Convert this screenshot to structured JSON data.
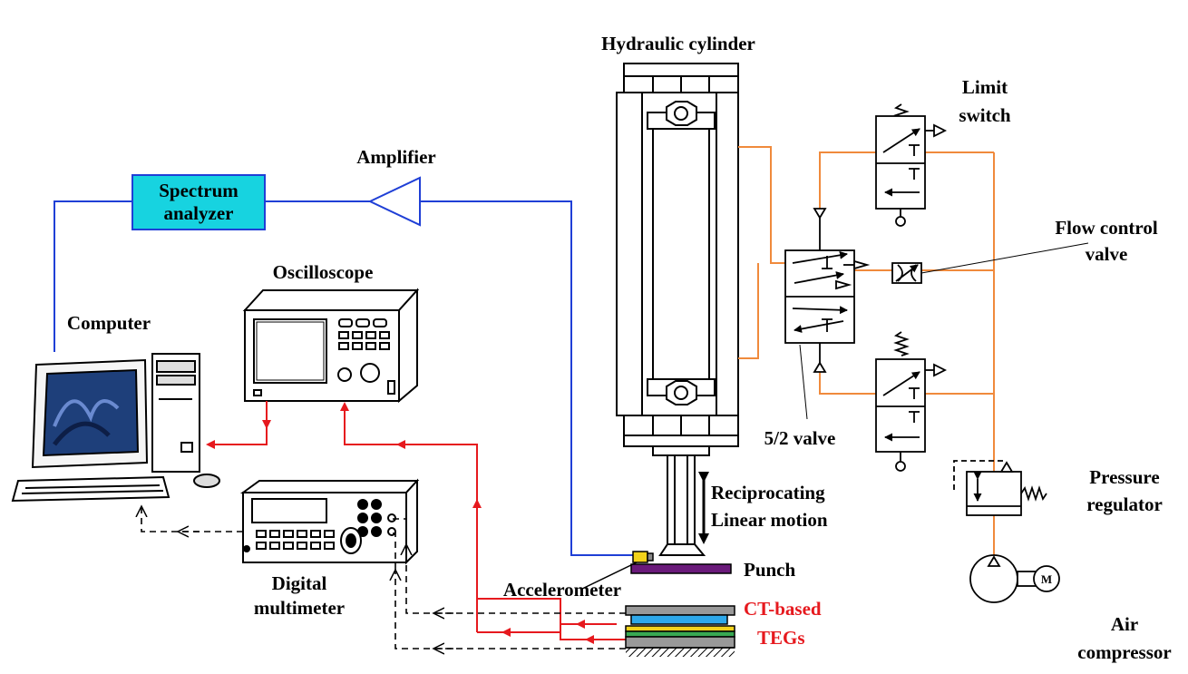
{
  "labels": {
    "hydraulic_cylinder": "Hydraulic cylinder",
    "limit_switch_1": "Limit",
    "limit_switch_2": "switch",
    "amplifier": "Amplifier",
    "spectrum_1": "Spectrum",
    "spectrum_2": "analyzer",
    "flow_control_1": "Flow control",
    "flow_control_2": "valve",
    "oscilloscope": "Oscilloscope",
    "computer": "Computer",
    "valve_52": "5/2 valve",
    "reciprocating_1": "Reciprocating",
    "reciprocating_2": "Linear motion",
    "pressure_1": "Pressure",
    "pressure_2": "regulator",
    "digital_1": "Digital",
    "digital_2": "multimeter",
    "punch": "Punch",
    "accelerometer": "Accelerometer",
    "ct_1": "CT-based",
    "ct_2": "TEGs",
    "air_1": "Air",
    "air_2": "compressor",
    "motor": "M"
  },
  "colors": {
    "blue_signal": "#1f3fd6",
    "red_signal": "#e6191e",
    "pneumatic": "#f08a3c",
    "analyzer_fill": "#17d3e0",
    "punch_fill": "#6a1a7a",
    "teg_blue": "#2ea8ea",
    "teg_yellow": "#f2d21b",
    "teg_green": "#38a852"
  }
}
